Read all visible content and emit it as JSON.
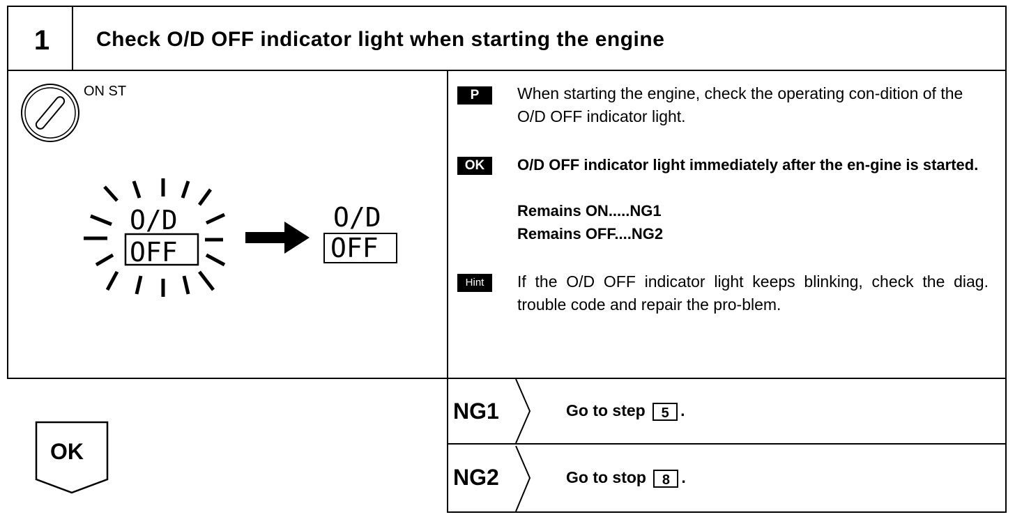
{
  "header": {
    "step_number": "1",
    "title": "Check O/D OFF indicator light when starting the engine"
  },
  "illustration": {
    "ignition_label": "ON ST",
    "indicator_top": "O/D",
    "indicator_bottom": "OFF",
    "indicator_top_after": "O/D",
    "indicator_bottom_after": "OFF"
  },
  "instructions": {
    "p_badge": "P",
    "p_text": "When starting the engine, check the operating con-dition of the O/D OFF indicator light.",
    "ok_badge": "OK",
    "ok_line1": "O/D OFF indicator light immediately after the en-gine is started.",
    "ok_line2": "Remains ON.....NG1",
    "ok_line3": "Remains OFF....NG2",
    "hint_badge": "Hint",
    "hint_text": "If the O/D OFF indicator light keeps blinking, check the diag. trouble code and repair the pro-blem."
  },
  "outcomes": [
    {
      "label": "NG1",
      "prefix": "Go to step",
      "step": "5",
      "suffix": "."
    },
    {
      "label": "NG2",
      "prefix": "Go to stop",
      "step": "8",
      "suffix": "."
    }
  ],
  "ok_box": {
    "label": "OK"
  }
}
